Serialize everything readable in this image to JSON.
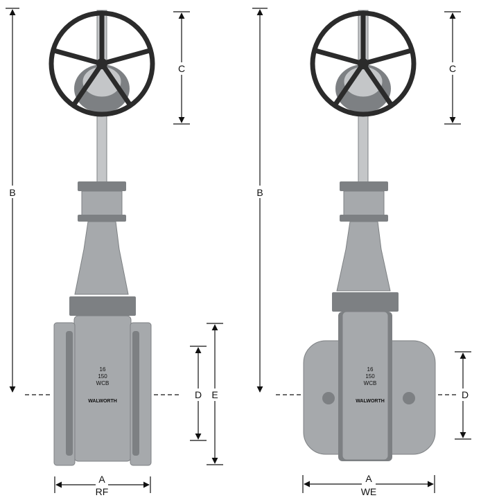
{
  "colors": {
    "valve_body": "#a6a9ac",
    "valve_shadow": "#7d8083",
    "valve_light": "#c4c6c8",
    "handwheel": "#2b2b2b",
    "dimension_line": "#111111",
    "background": "#ffffff"
  },
  "left_valve": {
    "dimensions": {
      "a": "A",
      "b": "B",
      "c": "C",
      "d": "D",
      "e": "E"
    },
    "end_type": "RF",
    "body_markings": {
      "size": "16",
      "rating": "150",
      "material": "WCB"
    },
    "brand": "WALWORTH"
  },
  "right_valve": {
    "dimensions": {
      "a": "A",
      "b": "B",
      "c": "C",
      "d": "D"
    },
    "end_type": "WE",
    "body_markings": {
      "size": "16",
      "rating": "150",
      "material": "WCB"
    },
    "brand": "WALWORTH"
  }
}
